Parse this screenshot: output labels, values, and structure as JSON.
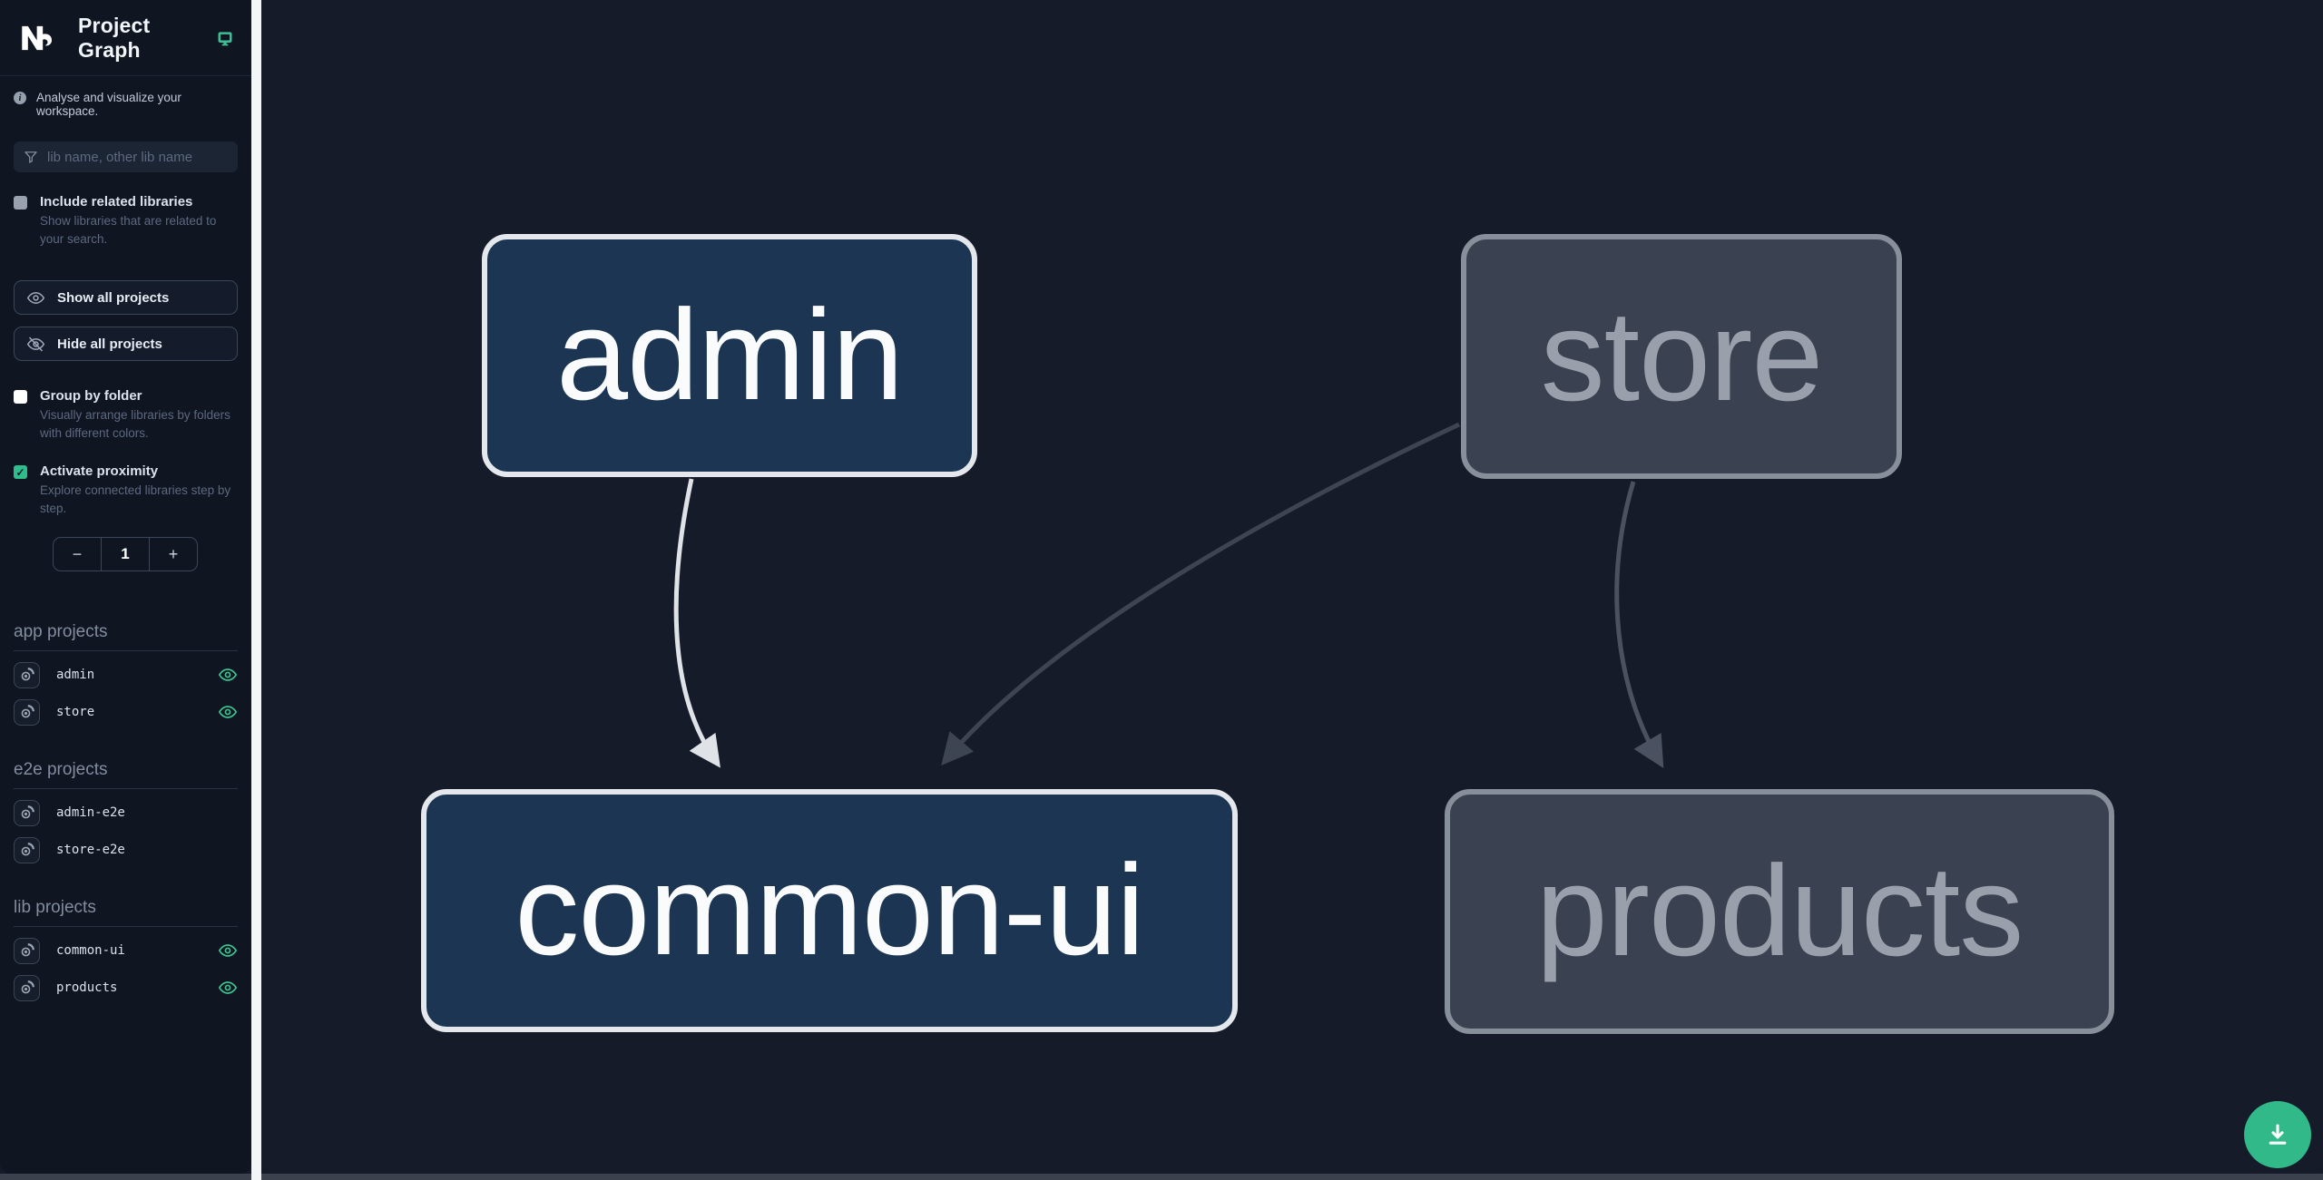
{
  "header": {
    "app_title": "Project Graph",
    "logo": "nx-logo",
    "monitor_icon_color": "#3cbf95"
  },
  "sidebar": {
    "tagline": "Analyse and visualize your workspace.",
    "search": {
      "placeholder": "lib name, other lib name",
      "value": ""
    },
    "include_related": {
      "label": "Include related libraries",
      "description": "Show libraries that are related to your search.",
      "checked": false
    },
    "show_all_label": "Show all projects",
    "hide_all_label": "Hide all projects",
    "group_by_folder": {
      "label": "Group by folder",
      "description": "Visually arrange libraries by folders with different colors.",
      "checked": false
    },
    "activate_proximity": {
      "label": "Activate proximity",
      "description": "Explore connected libraries step by step.",
      "checked": true
    },
    "proximity_stepper": {
      "decrease": "−",
      "value": "1",
      "increase": "+"
    },
    "sections": [
      {
        "title": "app projects",
        "items": [
          {
            "name": "admin",
            "visible": true
          },
          {
            "name": "store",
            "visible": true
          }
        ]
      },
      {
        "title": "e2e projects",
        "items": [
          {
            "name": "admin-e2e",
            "visible": false
          },
          {
            "name": "store-e2e",
            "visible": false
          }
        ]
      },
      {
        "title": "lib projects",
        "items": [
          {
            "name": "common-ui",
            "visible": true
          },
          {
            "name": "products",
            "visible": true
          }
        ]
      }
    ]
  },
  "graph": {
    "nodes": [
      {
        "id": "admin",
        "label": "admin",
        "state": "focused"
      },
      {
        "id": "store",
        "label": "store",
        "state": "faded"
      },
      {
        "id": "common-ui",
        "label": "common-ui",
        "state": "focused"
      },
      {
        "id": "products",
        "label": "products",
        "state": "faded"
      }
    ],
    "edges": [
      {
        "from": "admin",
        "to": "common-ui",
        "style": "active"
      },
      {
        "from": "store",
        "to": "common-ui",
        "style": "faded"
      },
      {
        "from": "store",
        "to": "products",
        "style": "faded"
      }
    ]
  },
  "download_button": {
    "icon": "download-icon"
  },
  "colors": {
    "accent_green": "#31b98a",
    "checkbox_green": "#2fbd8c",
    "eye_green": "#3dc38e",
    "canvas_bg": "#151b29",
    "sidebar_bg": "#0f1521",
    "node_focused_bg": "#1c3553",
    "node_focused_border": "#e4e7ec",
    "node_faded_bg": "#3a4150",
    "node_faded_border": "#878f9b",
    "edge_active": "#dfe2e7",
    "edge_faded_dark": "#3d4452",
    "edge_faded_mid": "#4a5261",
    "divider": "#f4f5f7"
  }
}
